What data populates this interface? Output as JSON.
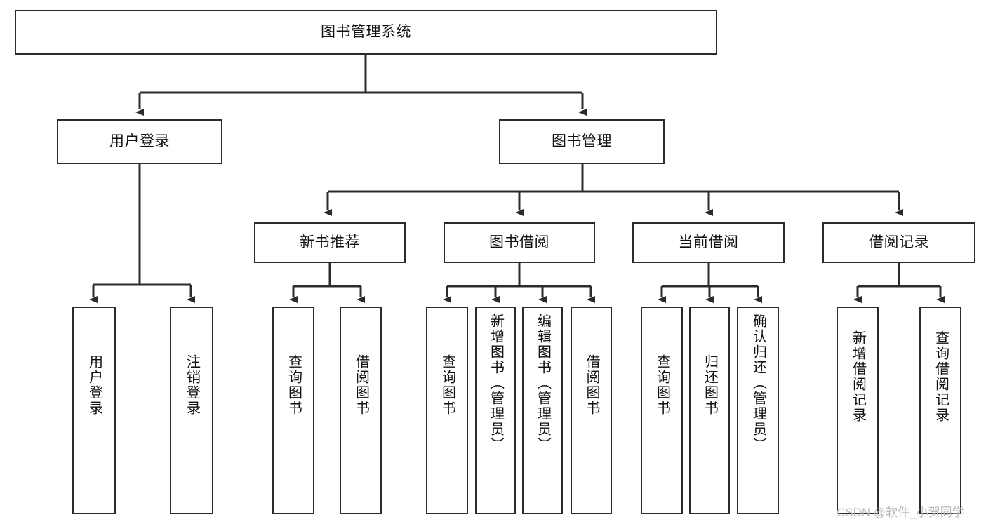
{
  "diagram": {
    "title": "图书管理系统",
    "type": "tree-hierarchy-chart",
    "background_color": "#ffffff",
    "node_border_color": "#2b2b2b",
    "node_fill_color": "#ffffff",
    "edge_color": "#2b2b2b",
    "text_color": "#111111"
  },
  "nodes": {
    "root": {
      "label": "图书管理系统"
    },
    "level2": [
      {
        "id": "user-login",
        "label": "用户登录"
      },
      {
        "id": "book-manage",
        "label": "图书管理"
      }
    ],
    "level3": [
      {
        "id": "new-book-recommend",
        "label": "新书推荐"
      },
      {
        "id": "book-borrow",
        "label": "图书借阅"
      },
      {
        "id": "current-borrow",
        "label": "当前借阅"
      },
      {
        "id": "borrow-record",
        "label": "借阅记录"
      }
    ],
    "leaves": {
      "user-login": [
        {
          "id": "leaf-user-login",
          "label": "用户登录"
        },
        {
          "id": "leaf-logout-login",
          "label": "注销登录"
        }
      ],
      "new-book-recommend": [
        {
          "id": "leaf-query-book-1",
          "label": "查询图书"
        },
        {
          "id": "leaf-borrow-book-1",
          "label": "借阅图书"
        }
      ],
      "book-borrow": [
        {
          "id": "leaf-query-book-2",
          "label": "查询图书"
        },
        {
          "id": "leaf-add-book",
          "label": "新增图书（管理员）"
        },
        {
          "id": "leaf-edit-book",
          "label": "编辑图书（管理员）"
        },
        {
          "id": "leaf-borrow-book-2",
          "label": "借阅图书"
        }
      ],
      "current-borrow": [
        {
          "id": "leaf-query-book-3",
          "label": "查询图书"
        },
        {
          "id": "leaf-return-book",
          "label": "归还图书"
        },
        {
          "id": "leaf-confirm-return",
          "label": "确认归还（管理员）"
        }
      ],
      "borrow-record": [
        {
          "id": "leaf-add-record",
          "label": "新增借阅记录"
        },
        {
          "id": "leaf-query-record",
          "label": "查询借阅记录"
        }
      ]
    }
  },
  "watermark": {
    "text": "CSDN @软件_小贺同学"
  }
}
